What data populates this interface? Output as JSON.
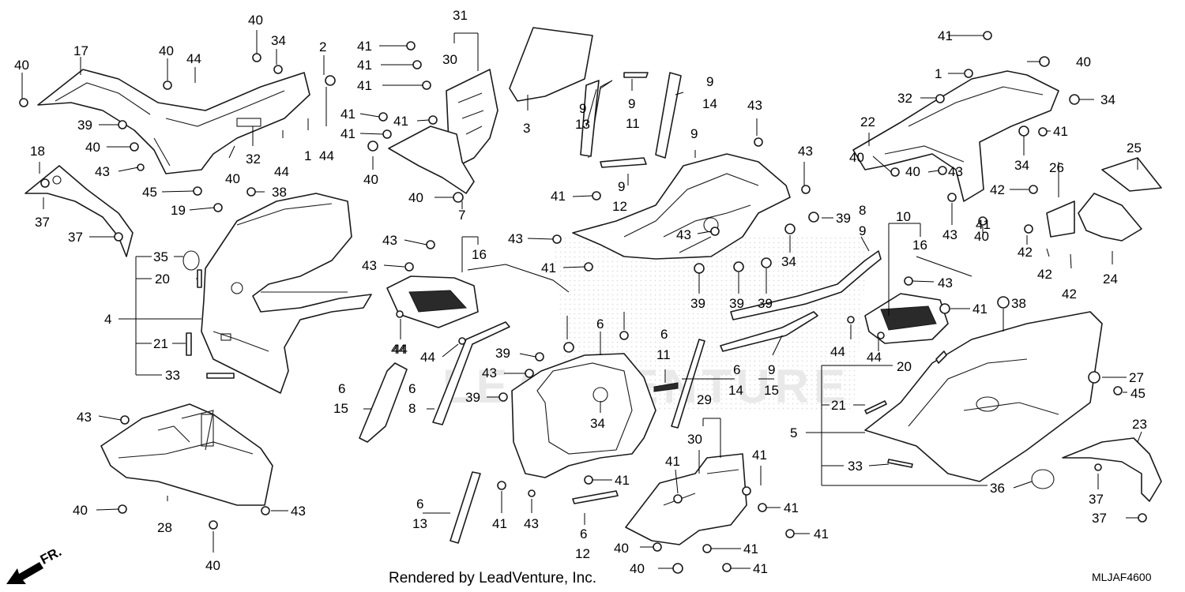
{
  "footer": {
    "rendered_by": "Rendered by LeadVenture, Inc.",
    "diagram_code": "MLJAF4600"
  },
  "direction": {
    "label": "FR."
  },
  "watermark": {
    "text": "LEADVENTURE"
  },
  "callouts": [
    {
      "id": "c1",
      "text": "40"
    },
    {
      "id": "c2",
      "text": "17"
    },
    {
      "id": "c3",
      "text": "40"
    },
    {
      "id": "c4",
      "text": "34"
    },
    {
      "id": "c5",
      "text": "40"
    },
    {
      "id": "c6",
      "text": "44"
    },
    {
      "id": "c7",
      "text": "2"
    },
    {
      "id": "c8",
      "text": "39"
    },
    {
      "id": "c9",
      "text": "40"
    },
    {
      "id": "c10",
      "text": "32"
    },
    {
      "id": "c11",
      "text": "44"
    },
    {
      "id": "c12",
      "text": "1"
    },
    {
      "id": "c13",
      "text": "44"
    },
    {
      "id": "c14",
      "text": "40"
    },
    {
      "id": "c15",
      "text": "18"
    },
    {
      "id": "c16",
      "text": "43"
    },
    {
      "id": "c17",
      "text": "45"
    },
    {
      "id": "c18",
      "text": "19"
    },
    {
      "id": "c19",
      "text": "38"
    },
    {
      "id": "c20",
      "text": "37"
    },
    {
      "id": "c21",
      "text": "37"
    },
    {
      "id": "c22",
      "text": "35"
    },
    {
      "id": "c23",
      "text": "20"
    },
    {
      "id": "c24",
      "text": "4"
    },
    {
      "id": "c25",
      "text": "21"
    },
    {
      "id": "c26",
      "text": "33"
    },
    {
      "id": "c27",
      "text": "31"
    },
    {
      "id": "c28",
      "text": "30"
    },
    {
      "id": "c29",
      "text": "41"
    },
    {
      "id": "c30",
      "text": "41"
    },
    {
      "id": "c31",
      "text": "41"
    },
    {
      "id": "c32",
      "text": "41"
    },
    {
      "id": "c33",
      "text": "41"
    },
    {
      "id": "c34",
      "text": "41"
    },
    {
      "id": "c35",
      "text": "40"
    },
    {
      "id": "c36",
      "text": "3"
    },
    {
      "id": "c37",
      "text": "40"
    },
    {
      "id": "c38",
      "text": "7"
    },
    {
      "id": "c39",
      "text": "9"
    },
    {
      "id": "c40",
      "text": "13"
    },
    {
      "id": "c41",
      "text": "9"
    },
    {
      "id": "c42",
      "text": "11"
    },
    {
      "id": "c43",
      "text": "9"
    },
    {
      "id": "c44",
      "text": "14"
    },
    {
      "id": "c45",
      "text": "9"
    },
    {
      "id": "c46",
      "text": "12"
    },
    {
      "id": "c47",
      "text": "43"
    },
    {
      "id": "c48",
      "text": "41"
    },
    {
      "id": "c49",
      "text": "43"
    },
    {
      "id": "c50",
      "text": "16"
    },
    {
      "id": "c51",
      "text": "44"
    },
    {
      "id": "c52",
      "text": "44"
    },
    {
      "id": "c53",
      "text": "43"
    },
    {
      "id": "c54",
      "text": "41"
    },
    {
      "id": "c55",
      "text": "9"
    },
    {
      "id": "c56",
      "text": "43"
    },
    {
      "id": "c57",
      "text": "43"
    },
    {
      "id": "c58",
      "text": "43"
    },
    {
      "id": "c59",
      "text": "39"
    },
    {
      "id": "c60",
      "text": "8"
    },
    {
      "id": "c61",
      "text": "9"
    },
    {
      "id": "c62",
      "text": "34"
    },
    {
      "id": "c63",
      "text": "39"
    },
    {
      "id": "c64",
      "text": "39"
    },
    {
      "id": "c65",
      "text": "39"
    },
    {
      "id": "c66",
      "text": "41"
    },
    {
      "id": "c67",
      "text": "1"
    },
    {
      "id": "c68",
      "text": "40"
    },
    {
      "id": "c69",
      "text": "32"
    },
    {
      "id": "c70",
      "text": "34"
    },
    {
      "id": "c71",
      "text": "22"
    },
    {
      "id": "c72",
      "text": "41"
    },
    {
      "id": "c73",
      "text": "40"
    },
    {
      "id": "c74",
      "text": "40"
    },
    {
      "id": "c75",
      "text": "34"
    },
    {
      "id": "c76",
      "text": "25"
    },
    {
      "id": "c77",
      "text": "26"
    },
    {
      "id": "c78",
      "text": "43"
    },
    {
      "id": "c79",
      "text": "42"
    },
    {
      "id": "c80",
      "text": "40"
    },
    {
      "id": "c81",
      "text": "42"
    },
    {
      "id": "c82",
      "text": "42"
    },
    {
      "id": "c83",
      "text": "42"
    },
    {
      "id": "c84",
      "text": "24"
    },
    {
      "id": "c85",
      "text": "10"
    },
    {
      "id": "c86",
      "text": "16"
    },
    {
      "id": "c87",
      "text": "43"
    },
    {
      "id": "c88",
      "text": "41"
    },
    {
      "id": "c89",
      "text": "38"
    },
    {
      "id": "c90",
      "text": "44"
    },
    {
      "id": "c91",
      "text": "44"
    },
    {
      "id": "c92",
      "text": "20"
    },
    {
      "id": "c93",
      "text": "27"
    },
    {
      "id": "c94",
      "text": "45"
    },
    {
      "id": "c95",
      "text": "21"
    },
    {
      "id": "c96",
      "text": "5"
    },
    {
      "id": "c97",
      "text": "33"
    },
    {
      "id": "c98",
      "text": "36"
    },
    {
      "id": "c99",
      "text": "23"
    },
    {
      "id": "c100",
      "text": "37"
    },
    {
      "id": "c101",
      "text": "37"
    },
    {
      "id": "c102",
      "text": "43"
    },
    {
      "id": "c103",
      "text": "40"
    },
    {
      "id": "c104",
      "text": "28"
    },
    {
      "id": "c105",
      "text": "43"
    },
    {
      "id": "c106",
      "text": "40"
    },
    {
      "id": "c107",
      "text": "6"
    },
    {
      "id": "c108",
      "text": "15"
    },
    {
      "id": "c109",
      "text": "6"
    },
    {
      "id": "c110",
      "text": "8"
    },
    {
      "id": "c111",
      "text": "44"
    },
    {
      "id": "c112",
      "text": "39"
    },
    {
      "id": "c113",
      "text": "43"
    },
    {
      "id": "c114",
      "text": "39"
    },
    {
      "id": "c115",
      "text": "6"
    },
    {
      "id": "c116",
      "text": "34"
    },
    {
      "id": "c117",
      "text": "6"
    },
    {
      "id": "c118",
      "text": "11"
    },
    {
      "id": "c119",
      "text": "6"
    },
    {
      "id": "c120",
      "text": "14"
    },
    {
      "id": "c121",
      "text": "9"
    },
    {
      "id": "c122",
      "text": "15"
    },
    {
      "id": "c123",
      "text": "29"
    },
    {
      "id": "c124",
      "text": "30"
    },
    {
      "id": "c125",
      "text": "41"
    },
    {
      "id": "c126",
      "text": "41"
    },
    {
      "id": "c127",
      "text": "41"
    },
    {
      "id": "c128",
      "text": "41"
    },
    {
      "id": "c129",
      "text": "41"
    },
    {
      "id": "c130",
      "text": "41"
    },
    {
      "id": "c131",
      "text": "41"
    },
    {
      "id": "c132",
      "text": "40"
    },
    {
      "id": "c133",
      "text": "40"
    },
    {
      "id": "c134",
      "text": "6"
    },
    {
      "id": "c135",
      "text": "13"
    },
    {
      "id": "c136",
      "text": "41"
    },
    {
      "id": "c137",
      "text": "43"
    },
    {
      "id": "c138",
      "text": "6"
    },
    {
      "id": "c139",
      "text": "12"
    },
    {
      "id": "c140",
      "text": "43"
    },
    {
      "id": "c141",
      "text": "41"
    }
  ]
}
